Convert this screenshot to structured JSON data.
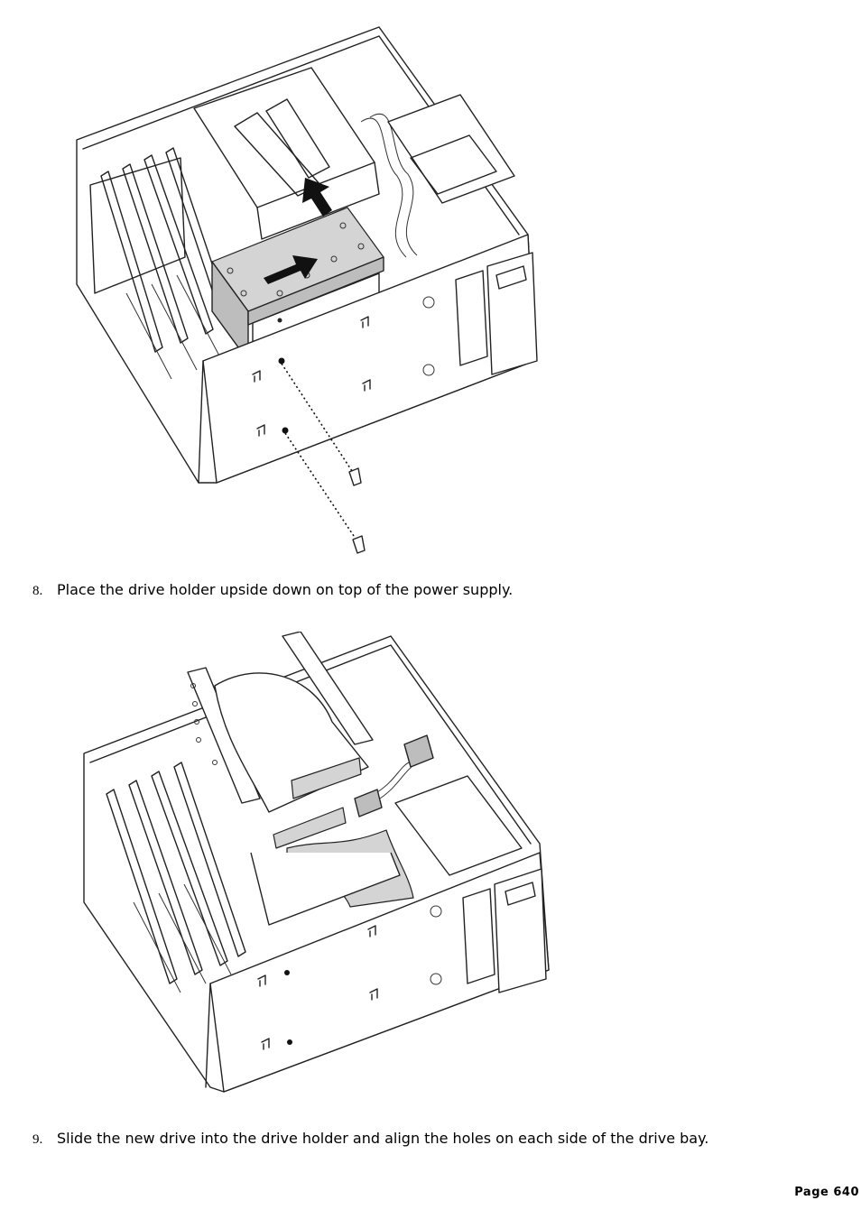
{
  "steps": [
    {
      "number": "8.",
      "text": "Place the drive holder upside down on top of the power supply."
    },
    {
      "number": "9.",
      "text": "Slide the new drive into the drive holder and align the holes on each side of the drive bay."
    }
  ],
  "footer": {
    "page_label": "Page 640"
  }
}
